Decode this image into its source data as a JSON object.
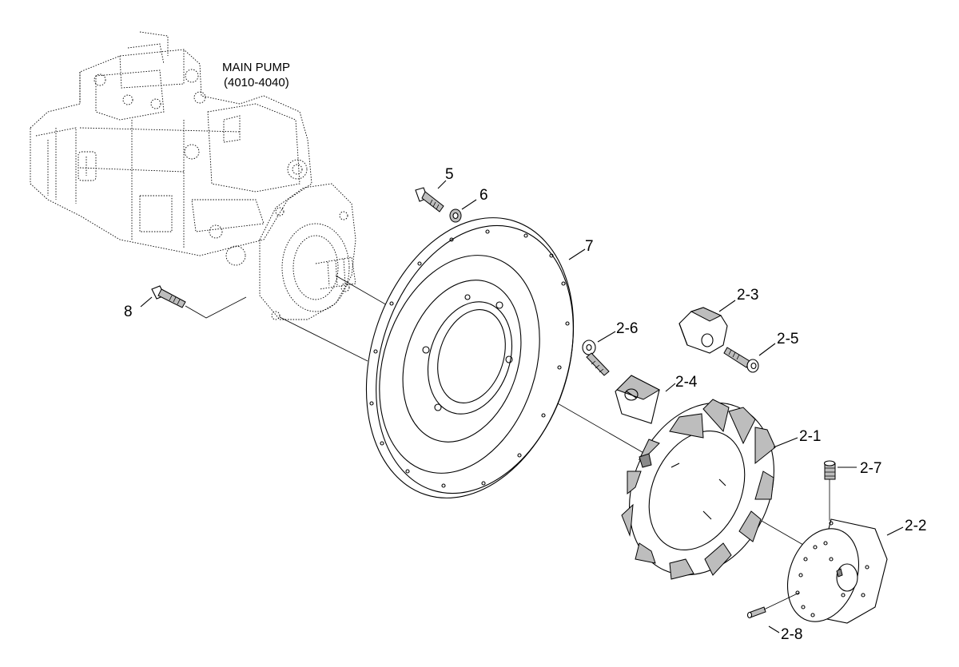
{
  "assembly": {
    "title": "MAIN PUMP",
    "subtitle": "(4010-4040)"
  },
  "callouts": {
    "c5": "5",
    "c6": "6",
    "c7": "7",
    "c8": "8",
    "c2_1": "2-1",
    "c2_2": "2-2",
    "c2_3": "2-3",
    "c2_4": "2-4",
    "c2_5": "2-5",
    "c2_6": "2-6",
    "c2_7": "2-7",
    "c2_8": "2-8"
  }
}
